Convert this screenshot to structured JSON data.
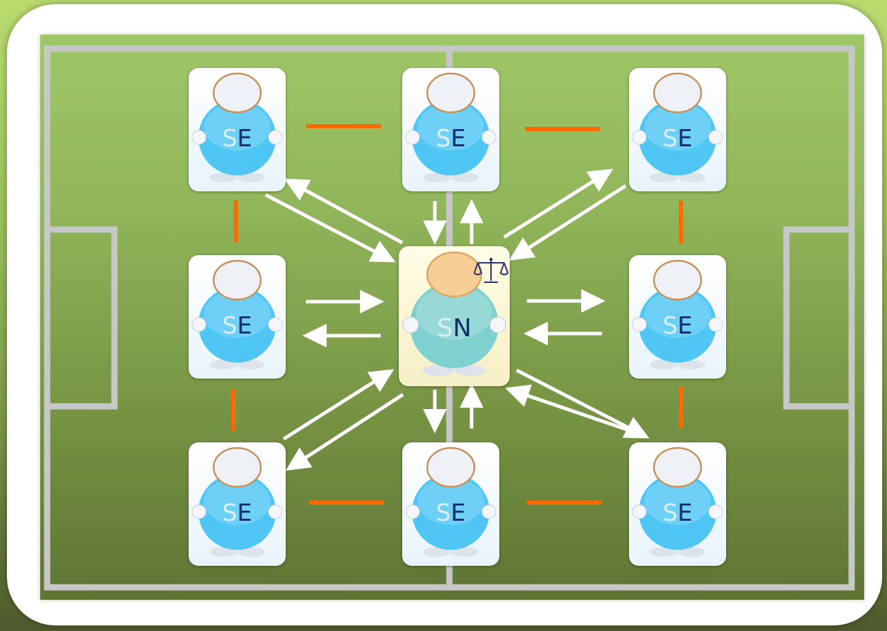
{
  "diagram": {
    "center_node": {
      "label_first": "S",
      "label_second": "N",
      "symbol": "balance-scale-icon"
    },
    "peer_nodes": [
      {
        "id": "top-left",
        "label_first": "S",
        "label_second": "E"
      },
      {
        "id": "top-center",
        "label_first": "S",
        "label_second": "E"
      },
      {
        "id": "top-right",
        "label_first": "S",
        "label_second": "E"
      },
      {
        "id": "middle-left",
        "label_first": "S",
        "label_second": "E"
      },
      {
        "id": "middle-right",
        "label_first": "S",
        "label_second": "E"
      },
      {
        "id": "bottom-left",
        "label_first": "S",
        "label_second": "E"
      },
      {
        "id": "bottom-center",
        "label_first": "S",
        "label_second": "E"
      },
      {
        "id": "bottom-right",
        "label_first": "S",
        "label_second": "E"
      }
    ],
    "peer_links": [
      [
        "top-left",
        "top-center"
      ],
      [
        "top-center",
        "top-right"
      ],
      [
        "top-left",
        "middle-left"
      ],
      [
        "middle-left",
        "bottom-left"
      ],
      [
        "top-right",
        "middle-right"
      ],
      [
        "middle-right",
        "bottom-right"
      ],
      [
        "bottom-left",
        "bottom-center"
      ],
      [
        "bottom-center",
        "bottom-right"
      ]
    ],
    "center_links": "bidirectional",
    "colors": {
      "peer_link": "#ff6a00",
      "arrow": "#ffffff",
      "se_body": "#4fc6f4",
      "sn_body": "#7fd1cf",
      "sn_head": "#f7cf96",
      "label_text": "#0f2d6a"
    }
  }
}
